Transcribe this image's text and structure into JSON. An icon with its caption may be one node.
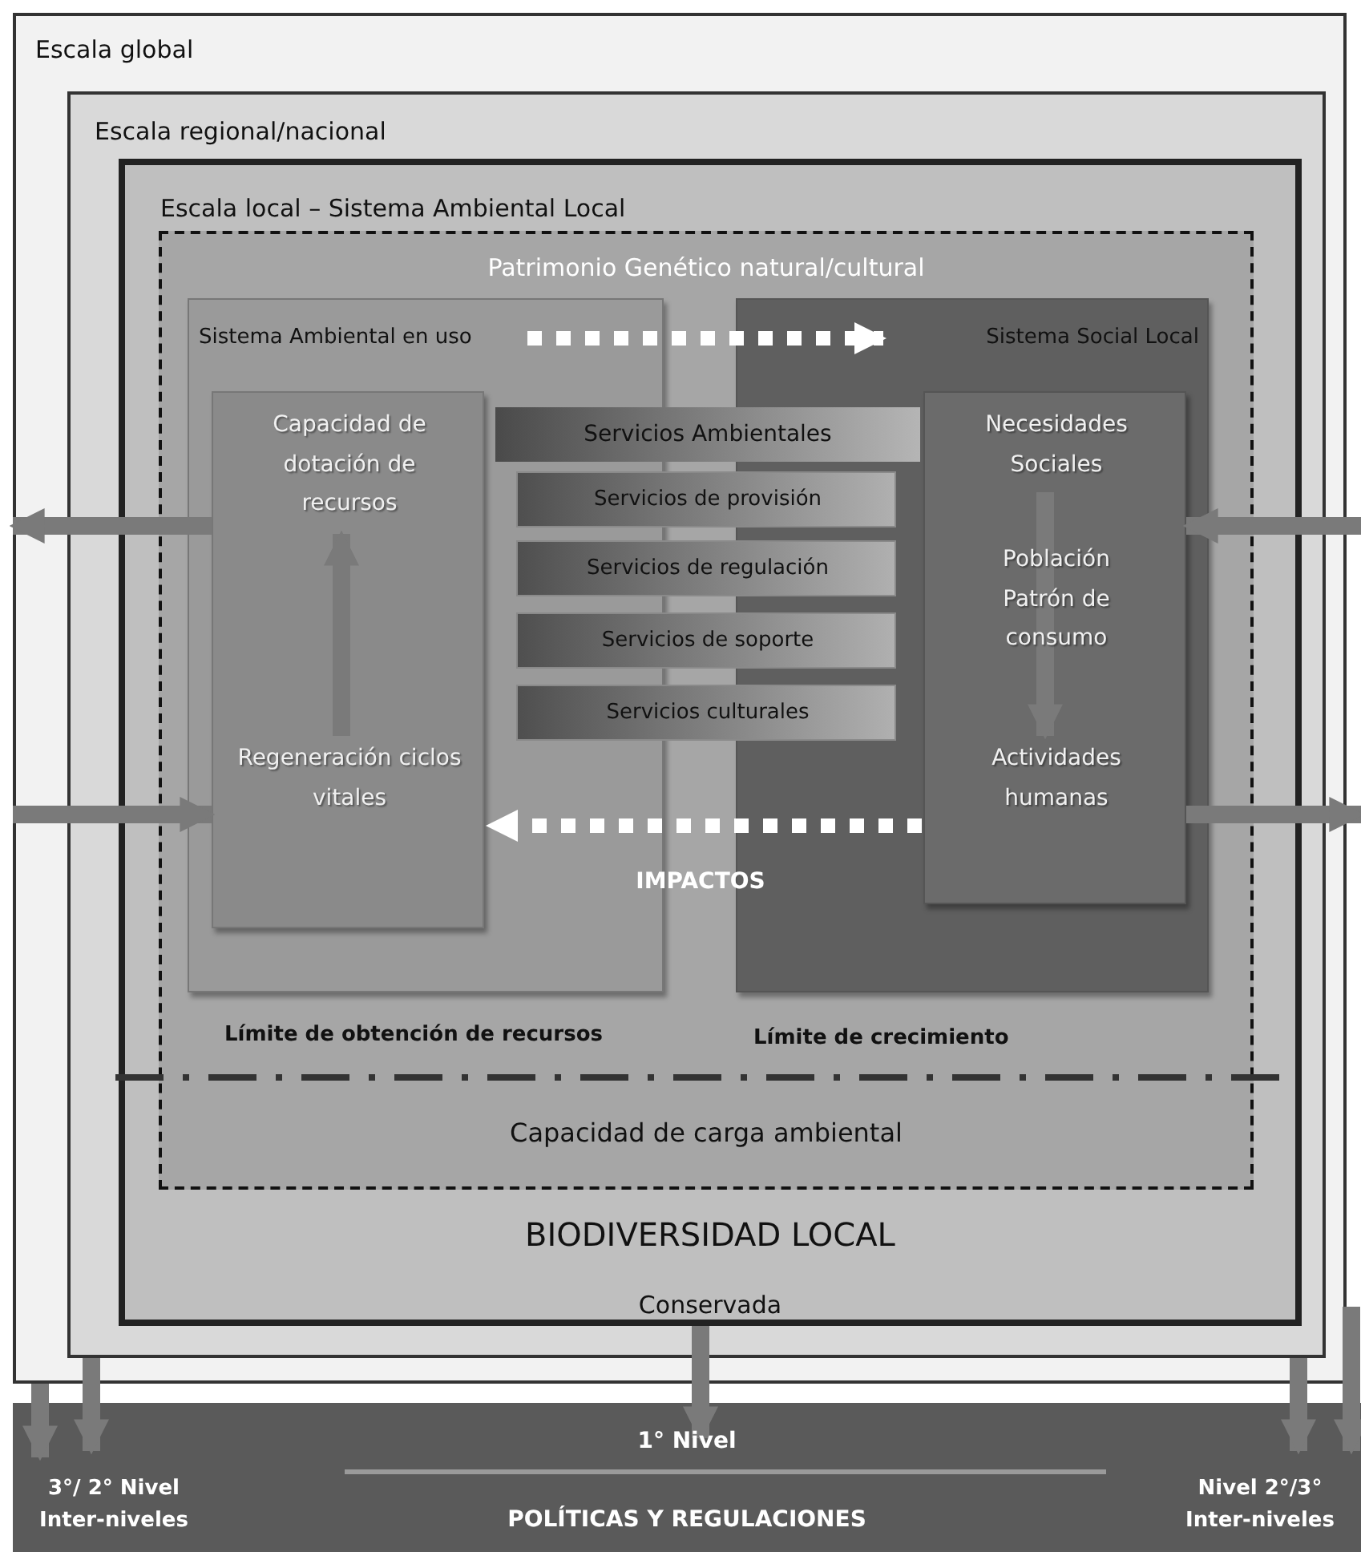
{
  "diagram": {
    "nodes": [
      {
        "text": [
          "Escala global"
        ]
      },
      {
        "text": [
          "Escala regional/nacional"
        ],
        "in": 0
      },
      {
        "text": [
          "Escala local – Sistema Ambiental Local",
          "BIODIVERSIDAD LOCAL",
          "Conservada"
        ],
        "in": 1
      },
      {
        "text": [
          "Patrimonio Genético natural/cultural"
        ],
        "in": 2
      },
      {
        "text": [
          "Sistema Ambiental en uso"
        ],
        "in": 3
      },
      {
        "text": [
          "Sistema Social Local"
        ],
        "in": 3
      },
      {
        "text": [
          "Servicios Ambientales"
        ],
        "in": 3
      },
      {
        "text": [
          "Servicios de provisión"
        ],
        "in": 3
      },
      {
        "text": [
          "Servicios de regulación"
        ],
        "in": 3
      },
      {
        "text": [
          "Servicios de soporte"
        ],
        "in": 3
      },
      {
        "text": [
          "Servicios culturales"
        ],
        "in": 3
      },
      {
        "text": [],
        "shape": "box",
        "in": 4
      },
      {
        "text": [
          "Capacidad de dotación de recursos"
        ],
        "in": 11
      },
      {
        "text": [
          "Regeneración ciclos vitales"
        ],
        "in": 11
      },
      {
        "text": [],
        "shape": "box",
        "in": 5
      },
      {
        "text": [
          "Necesidades Sociales"
        ],
        "in": 14
      },
      {
        "text": [
          "Población Patrón de consumo"
        ],
        "in": 14
      },
      {
        "text": [
          "Actividades humanas"
        ],
        "in": 14
      },
      {
        "text": [
          "Capacidad de carga ambiental"
        ],
        "in": 3
      },
      {
        "text": [
          "1° Nivel",
          "3°/ 2° Nivel Inter-niveles",
          "POLÍTICAS Y REGULACIONES",
          "Nivel 2°/3° Inter-niveles"
        ]
      }
    ],
    "edges": [
      {
        "from": 4,
        "to": 5,
        "arrow": "to",
        "style": "dashed",
        "color": "#ffffff"
      },
      {
        "from": 17,
        "to": 13,
        "arrow": "to",
        "label": "IMPACTOS",
        "style": "dashed",
        "color": "#ffffff"
      },
      {
        "from": 11,
        "to": null,
        "arrow": "to"
      },
      {
        "from": null,
        "to": 11,
        "arrow": "to"
      },
      {
        "from": null,
        "to": 14,
        "arrow": "to"
      },
      {
        "from": 14,
        "to": null,
        "arrow": "to"
      },
      {
        "from": 13,
        "to": 12,
        "arrow": "to"
      },
      {
        "from": 15,
        "to": 17,
        "arrow": "to"
      },
      {
        "from": 0,
        "to": 19,
        "arrow": "to"
      },
      {
        "from": 1,
        "to": 19,
        "arrow": "to"
      },
      {
        "from": 2,
        "to": 19,
        "arrow": "to"
      },
      {
        "from": 1,
        "to": 19,
        "arrow": "to"
      },
      {
        "from": 0,
        "to": 19,
        "arrow": "to"
      }
    ],
    "labels": [
      "Límite de obtención de recursos",
      "Límite de crecimiento"
    ]
  }
}
